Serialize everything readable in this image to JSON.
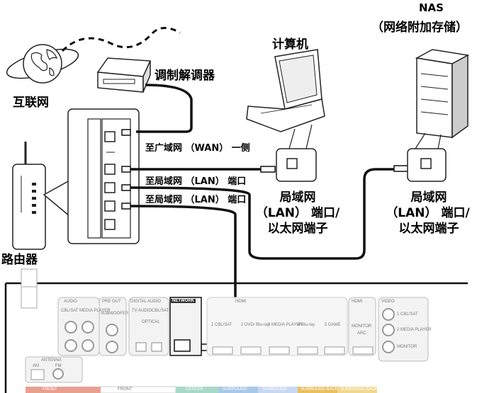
{
  "labels": {
    "internet": "互联网",
    "modem": "调制解调器",
    "computer": "计算机",
    "nas_line1": "NAS",
    "nas_line2": "（网络附加存储）",
    "router": "路由器",
    "to_wan": "至广域网 （WAN） 一侧",
    "to_lan_1": "至局域网 （LAN） 端口",
    "to_lan_2": "至局域网 （LAN） 端口",
    "pc_port_line1": "局域网",
    "pc_port_line2": "（LAN） 端口/",
    "pc_port_line3": "以太网端子",
    "nas_port_line1": "局域网",
    "nas_port_line2": "（LAN） 端口/",
    "nas_port_line3": "以太网端子"
  },
  "panel": {
    "audio": "AUDIO",
    "cbl_sat": "CBL/SAT",
    "media_player": "MEDIA PLAYER",
    "pre_out": "PRE OUT",
    "subwoofer": "SUBWOOFER",
    "digital_audio": "DIGITAL AUDIO",
    "tv_audio": "TV AUDIO",
    "optical": "OPTICAL",
    "network": "NETWORK",
    "hdmi": "HDMI",
    "hdmi_inputs": [
      "1 CBL/SAT",
      "2 DVD/ Blu-ray",
      "3 MEDIA PLAYER",
      "4 Blu-ray",
      "5 GAME"
    ],
    "hdmi_out": "HDMI",
    "monitor": "MONITOR",
    "arc": "ARC",
    "video": "VIDEO",
    "video_inputs": [
      "1 CBL/SAT",
      "2 MEDIA PLAYER",
      "MONITOR"
    ],
    "antenna": "ANTENNA",
    "am": "AM",
    "fm": "FM",
    "speakers": [
      "FRONT",
      "FRONT",
      "CENTER",
      "SURROUND",
      "SURROUND",
      "SURROUND BACK",
      "SURROUND BACK"
    ]
  }
}
